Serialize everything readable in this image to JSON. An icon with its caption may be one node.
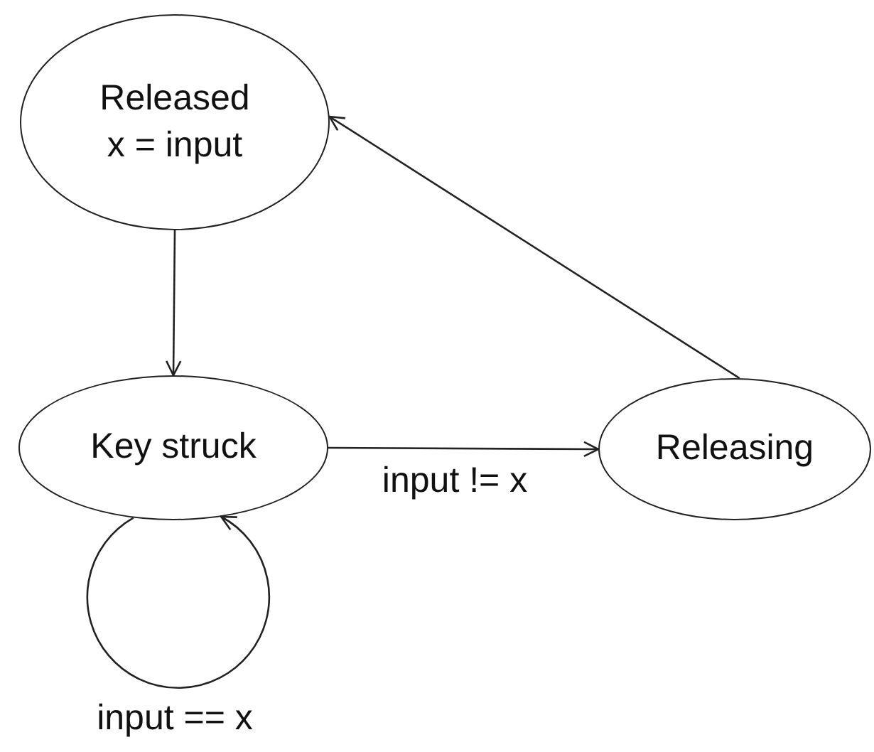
{
  "diagram": {
    "nodes": [
      {
        "text": [
          "Released",
          "x = input"
        ]
      },
      {
        "text": [
          "Key struck"
        ]
      },
      {
        "text": [
          "Releasing"
        ]
      }
    ],
    "edges": [
      {
        "from": 0,
        "to": 1,
        "arrow": "to"
      },
      {
        "from": 1,
        "to": 2,
        "arrow": "to",
        "label": "input != x"
      },
      {
        "from": 2,
        "to": 0,
        "arrow": "to"
      },
      {
        "from": 1,
        "to": 1,
        "arrow": "to",
        "label": "input == x"
      }
    ]
  }
}
